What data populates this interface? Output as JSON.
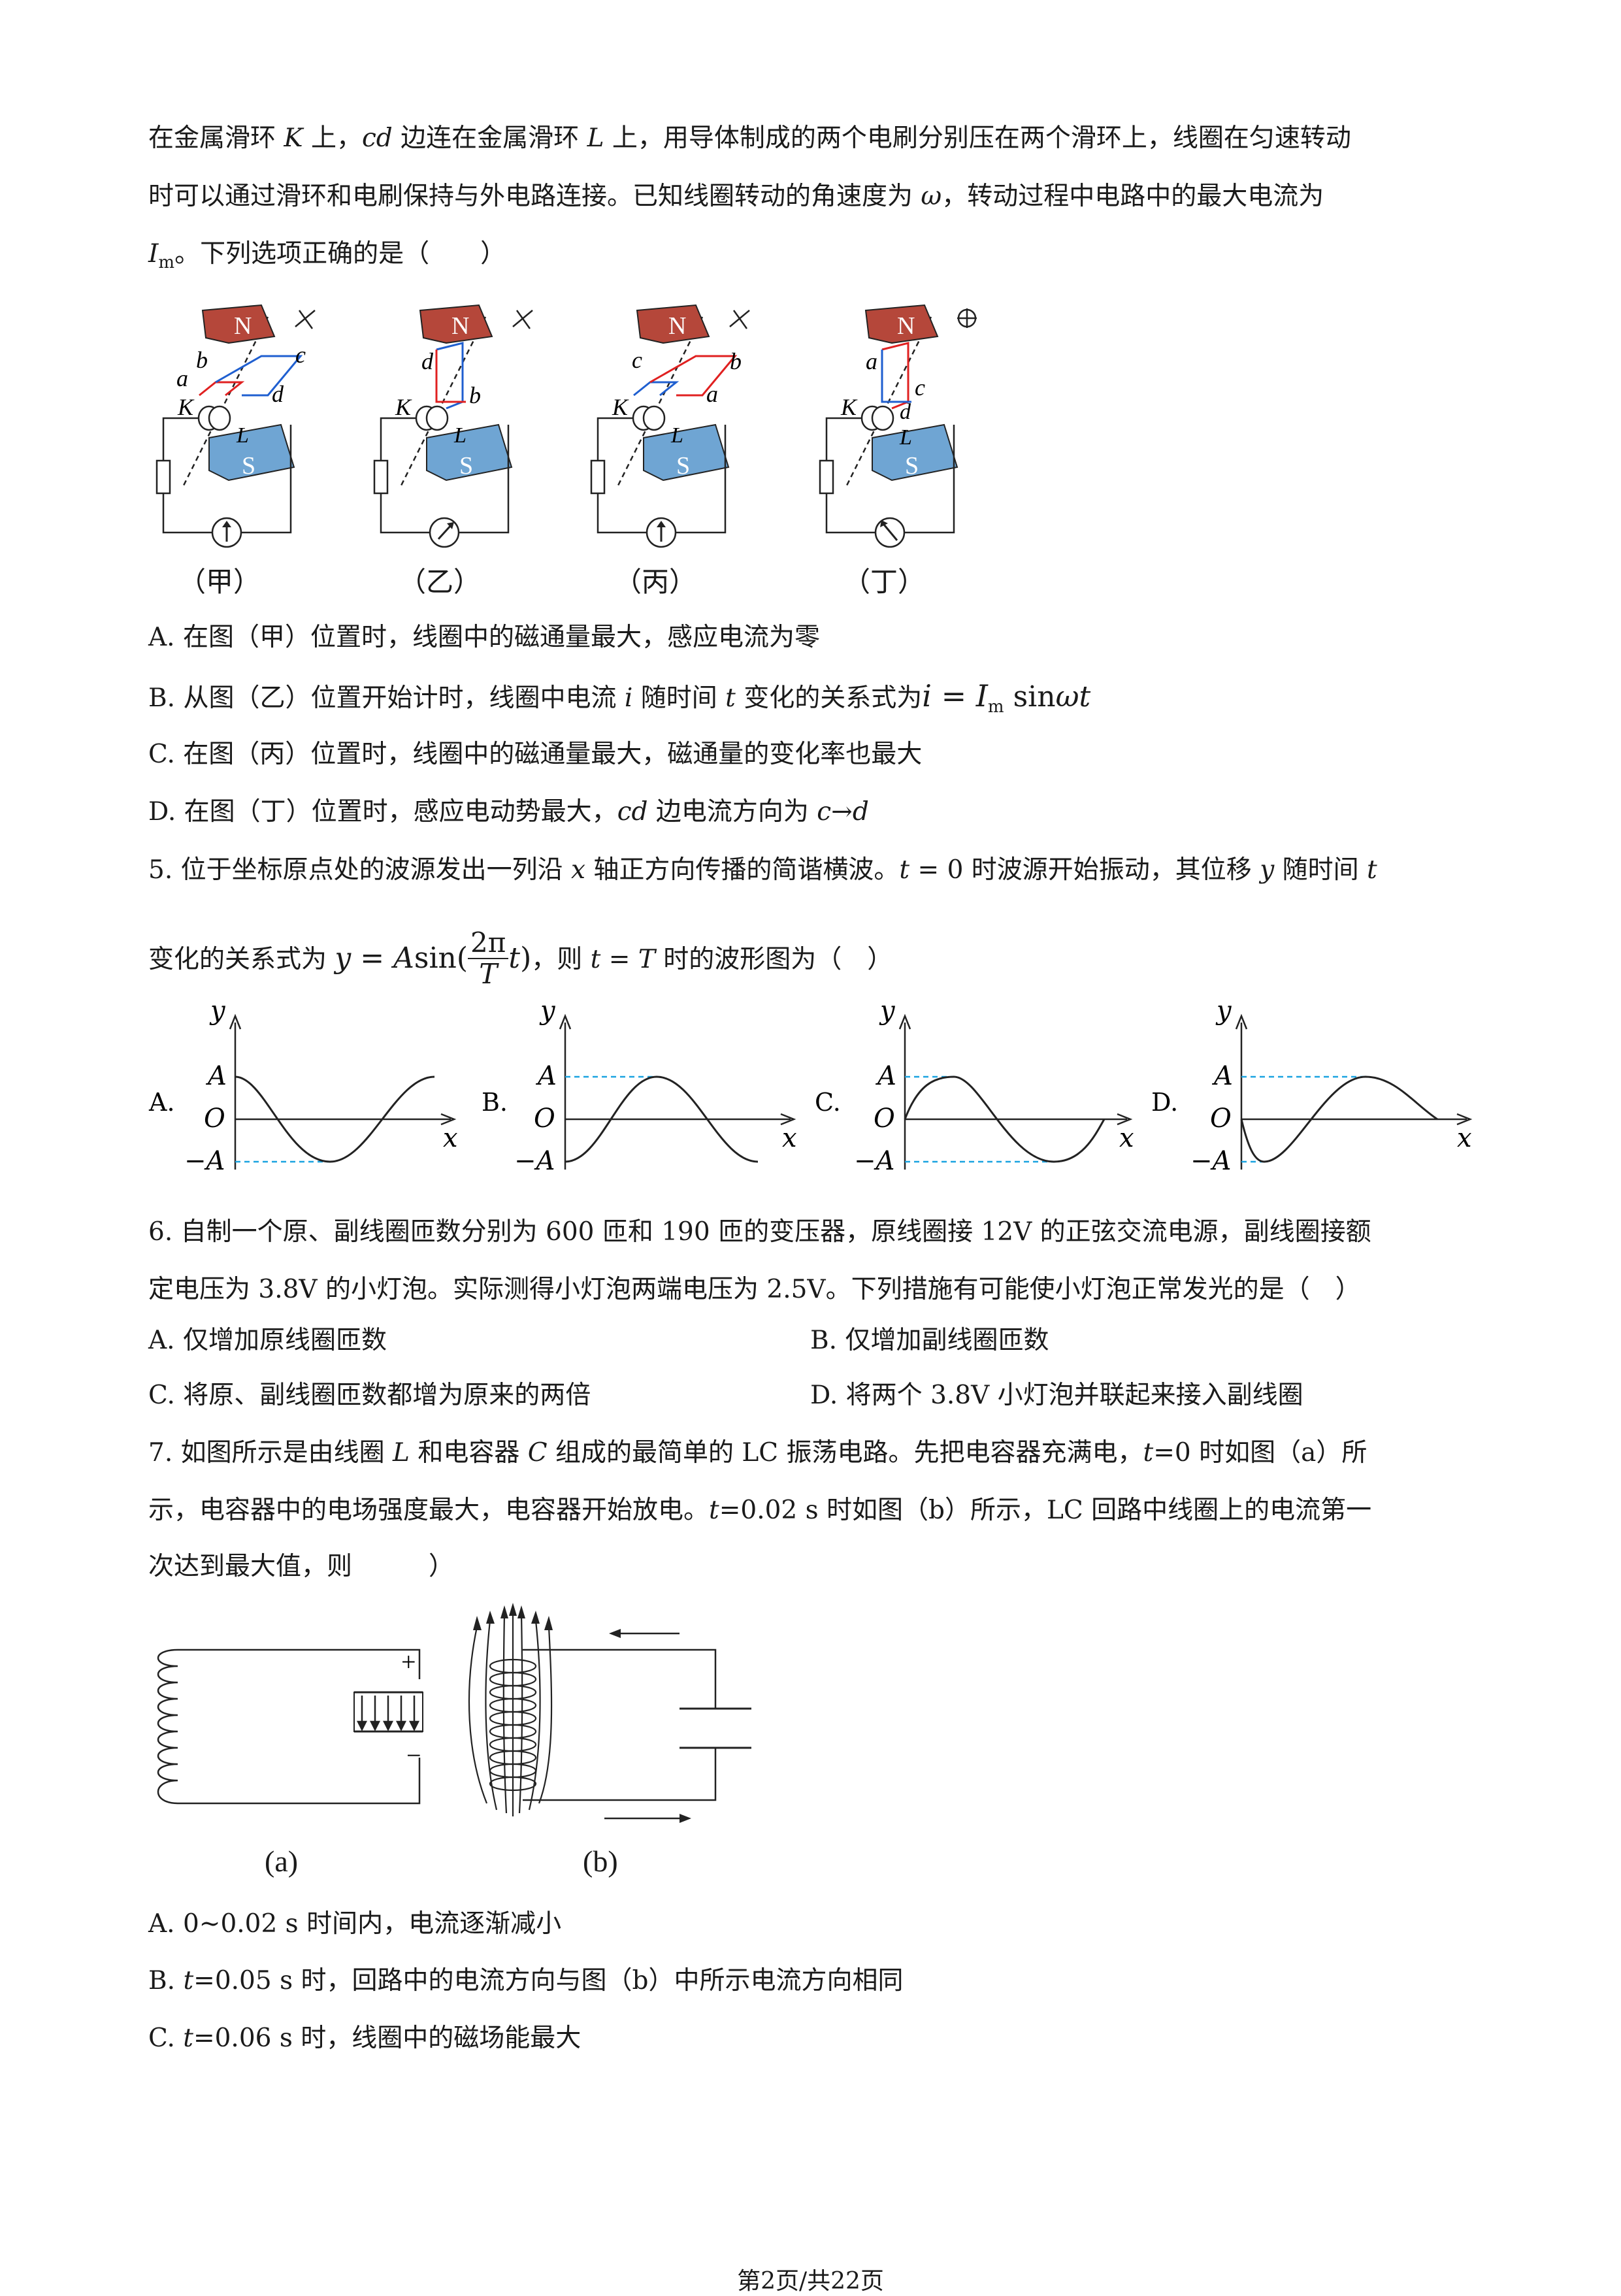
{
  "q4": {
    "line1": {
      "p1": "在金属滑环 ",
      "v1": "K",
      "p2": " 上，",
      "v2": "cd",
      "p3": " 边连在金属滑环 ",
      "v3": "L",
      "p4": " 上，用导体制成的两个电刷分别压在两个滑环上，线圈在匀速转动"
    },
    "line2": {
      "p1": "时可以通过滑环和电刷保持与外电路连接。已知线圈转动的角速度为 ",
      "v1": "ω",
      "p2": "，转动过程中电路中的最大电流为"
    },
    "line3": {
      "v1": "I",
      "sub": "m",
      "p1": "。下列选项正确的是（　　）"
    },
    "figures": {
      "captions": [
        "（甲）",
        "（乙）",
        "（丙）",
        "（丁）"
      ],
      "labels": {
        "N": "N",
        "S": "S",
        "K": "K",
        "L": "L",
        "jia": [
          "b",
          "c",
          "a",
          "d"
        ],
        "yi": [
          "d",
          "b"
        ],
        "bing": [
          "c",
          "b",
          "a"
        ],
        "ding": [
          "a",
          "c",
          "d"
        ]
      }
    },
    "options": {
      "A": "A. 在图（甲）位置时，线圈中的磁通量最大，感应电流为零",
      "B": {
        "p1": "B. 从图（乙）位置开始计时，线圈中电流 ",
        "v1": "i",
        "p2": " 随时间 ",
        "v2": "t",
        "p3": " 变化的关系式为",
        "f1": "i",
        "f2": " = ",
        "f3": "I",
        "fsub": "m",
        "f4": " sin",
        "f5": "ωt"
      },
      "C": "C. 在图（丙）位置时，线圈中的磁通量最大，磁通量的变化率也最大",
      "D": {
        "p1": "D. 在图（丁）位置时，感应电动势最大，",
        "v1": "cd",
        "p2": " 边电流方向为 ",
        "v2": "c→d"
      }
    }
  },
  "q5": {
    "line1": {
      "p1": "5. 位于坐标原点处的波源发出一列沿 ",
      "v1": "x",
      "p2": " 轴正方向传播的简谐横波。",
      "v2": "t",
      "p3": " = 0 时波源开始振动，其位移 ",
      "v3": "y",
      "p4": " 随时间 ",
      "v4": "t"
    },
    "line2": {
      "p1": "变化的关系式为 ",
      "y": "y",
      "eq": " = ",
      "A": "A",
      "sin": "sin(",
      "num": "2π",
      "den": "T",
      "t": "t",
      "close": ")",
      "p2": "，则 ",
      "v1": "t",
      "p3": " = ",
      "v2": "T",
      "p4": " 时的波形图为（　）"
    },
    "graphs": {
      "letters": [
        "A.",
        "B.",
        "C.",
        "D."
      ],
      "axis": {
        "y": "y",
        "x": "x",
        "O": "O",
        "A": "A",
        "negA": "−A"
      }
    }
  },
  "q6": {
    "line1": "6. 自制一个原、副线圈匝数分别为 600 匝和 190 匝的变压器，原线圈接 12V 的正弦交流电源，副线圈接额",
    "line2": "定电压为 3.8V 的小灯泡。实际测得小灯泡两端电压为 2.5V。下列措施有可能使小灯泡正常发光的是（　）",
    "options": {
      "A": "A. 仅增加原线圈匝数",
      "B": "B. 仅增加副线圈匝数",
      "C": "C. 将原、副线圈匝数都增为原来的两倍",
      "D": "D. 将两个 3.8V 小灯泡并联起来接入副线圈"
    }
  },
  "q7": {
    "line1": {
      "p1": "7. 如图所示是由线圈 ",
      "v1": "L",
      "p2": " 和电容器 ",
      "v2": "C",
      "p3": " 组成的最简单的 LC 振荡电路。先把电容器充满电，",
      "v3": "t",
      "p4": "=0 时如图（a）所"
    },
    "line2": {
      "p1": "示，电容器中的电场强度最大，电容器开始放电。",
      "v1": "t",
      "p2": "=0.02 s 时如图（b）所示，LC 回路中线圈上的电流第一"
    },
    "line3": "次达到最大值，则　　　）",
    "figures": {
      "a": "(a)",
      "b": "(b)",
      "plus": "+",
      "minus": "−"
    },
    "options": {
      "A": "A. 0~0.02 s 时间内，电流逐渐减小",
      "B": {
        "p1": "B. ",
        "v1": "t",
        "p2": "=0.05 s 时，回路中的电流方向与图（b）中所示电流方向相同"
      },
      "C": {
        "p1": "C. ",
        "v1": "t",
        "p2": "=0.06 s 时，线圈中的磁场能最大"
      }
    }
  },
  "footer": "第2页/共22页",
  "colors": {
    "magnet_n": "#b5473a",
    "magnet_s": "#6fa5d3",
    "coil_red": "#e02020",
    "coil_blue": "#1f5fd0",
    "dash_blue": "#1aa3e0"
  }
}
